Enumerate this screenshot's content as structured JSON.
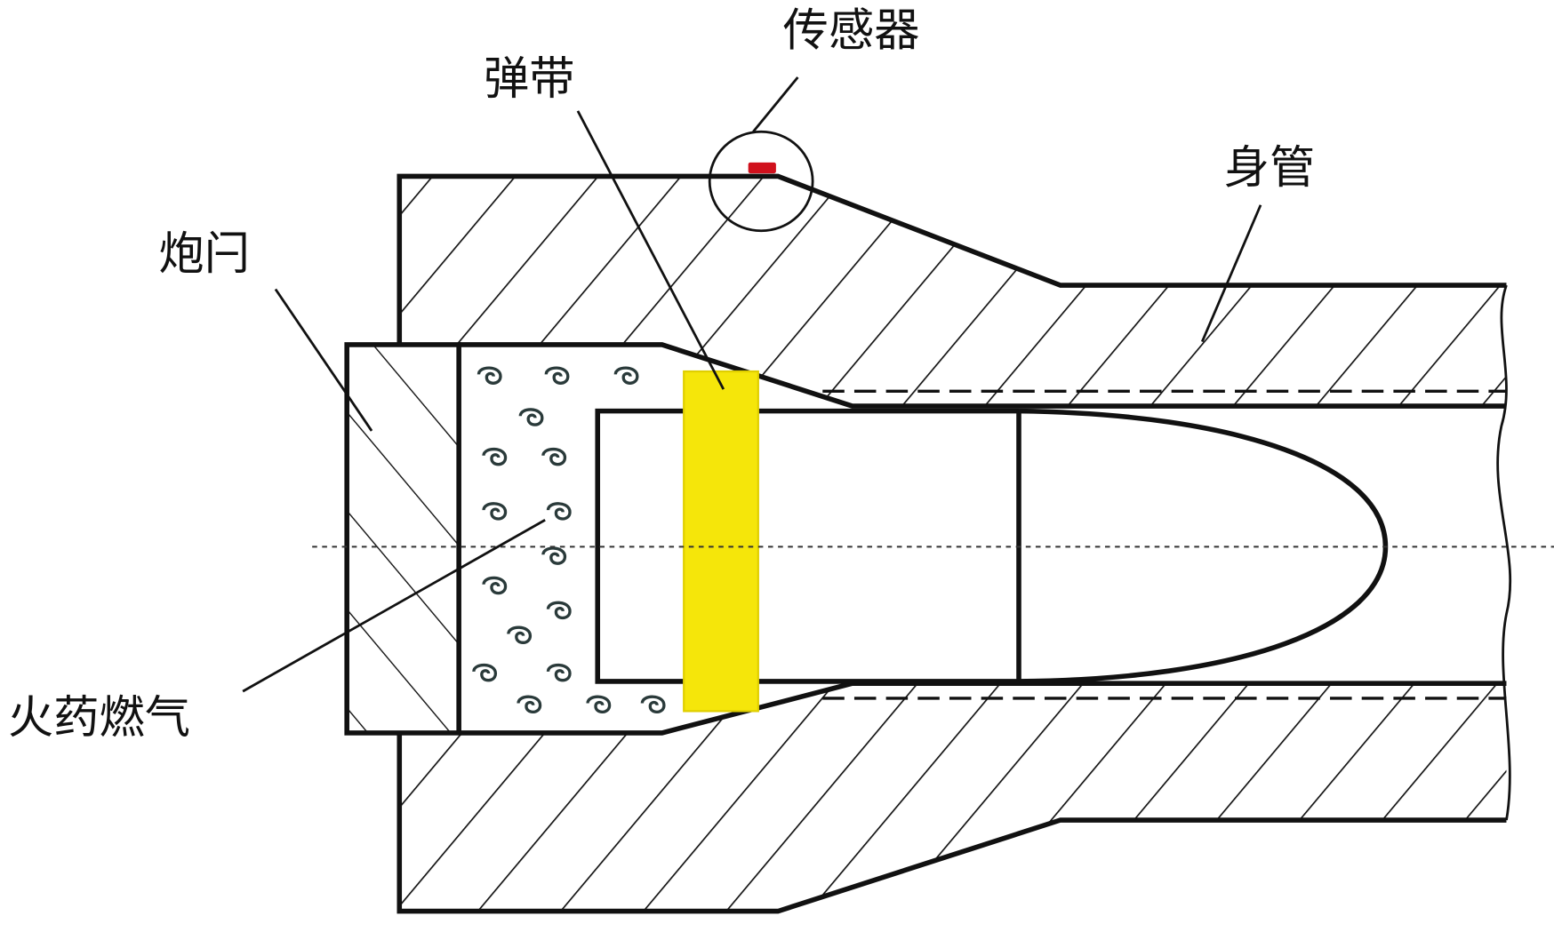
{
  "labels": {
    "sensor": "传感器",
    "rotating_band": "弹带",
    "barrel": "身管",
    "breech": "炮闩",
    "propellant_gas": "火药燃气"
  },
  "colors": {
    "band": "#f5e60a",
    "sensor": "#d0101c",
    "line": "#111111"
  }
}
